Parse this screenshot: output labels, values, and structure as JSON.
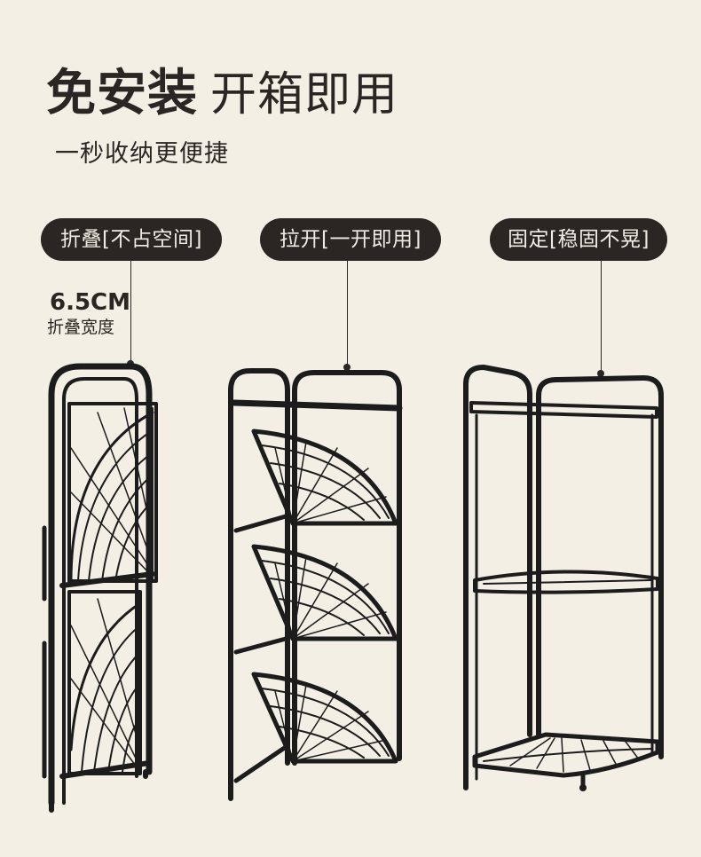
{
  "header": {
    "title_bold": "免安装",
    "title_light": "开箱即用",
    "subtitle": "一秒收纳更便捷"
  },
  "states": [
    {
      "label": "折叠[不占空间]"
    },
    {
      "label": "拉开[一开即用]"
    },
    {
      "label": "固定[稳固不晃]"
    }
  ],
  "folded_width": {
    "value": "6.5CM",
    "label": "折叠宽度"
  },
  "colors": {
    "background": "#f3efe5",
    "pill": "#2b2623",
    "pill_text": "#f1ece3",
    "text": "#2a2623",
    "metal": "#1c1c1c"
  }
}
